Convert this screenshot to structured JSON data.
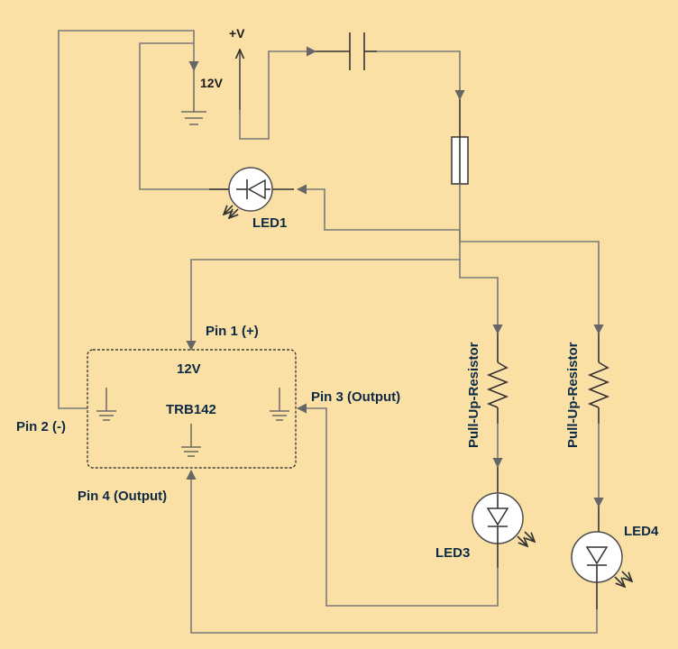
{
  "labels": {
    "vplus": "+V",
    "v12_top": "12V",
    "led1": "LED1",
    "pin1": "Pin 1 (+)",
    "v12_chip": "12V",
    "chip_name": "TRB142",
    "pin2": "Pin 2 (-)",
    "pin3": "Pin 3 (Output)",
    "pin4": "Pin 4 (Output)",
    "pullup_left": "Pull-Up-Resistor",
    "pullup_right": "Pull-Up-Resistor",
    "led3": "LED3",
    "led4": "LED4"
  },
  "colors": {
    "background": "#fbe0a6",
    "wire": "#7a7a7a",
    "label_text": "#0d2a44"
  }
}
